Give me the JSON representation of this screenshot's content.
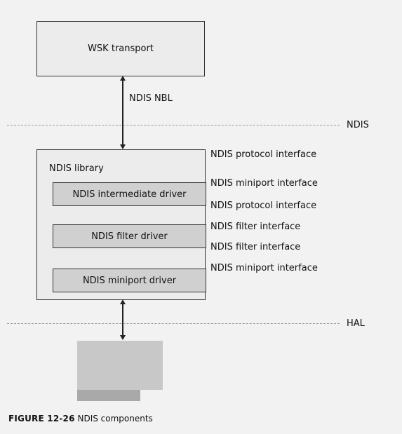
{
  "boxes": {
    "wsk_transport": "WSK transport",
    "ndis_library": "NDIS library",
    "intermediate_driver": "NDIS intermediate driver",
    "filter_driver": "NDIS filter driver",
    "miniport_driver": "NDIS miniport driver"
  },
  "labels": {
    "ndis_nbl": "NDIS NBL",
    "ndis_boundary": "NDIS",
    "hal_boundary": "HAL"
  },
  "interfaces": [
    "NDIS protocol interface",
    "NDIS miniport interface",
    "NDIS protocol interface",
    "NDIS filter interface",
    "NDIS filter interface",
    "NDIS miniport interface"
  ],
  "caption": {
    "figure": "FIGURE 12-26",
    "title": "NDIS components"
  }
}
